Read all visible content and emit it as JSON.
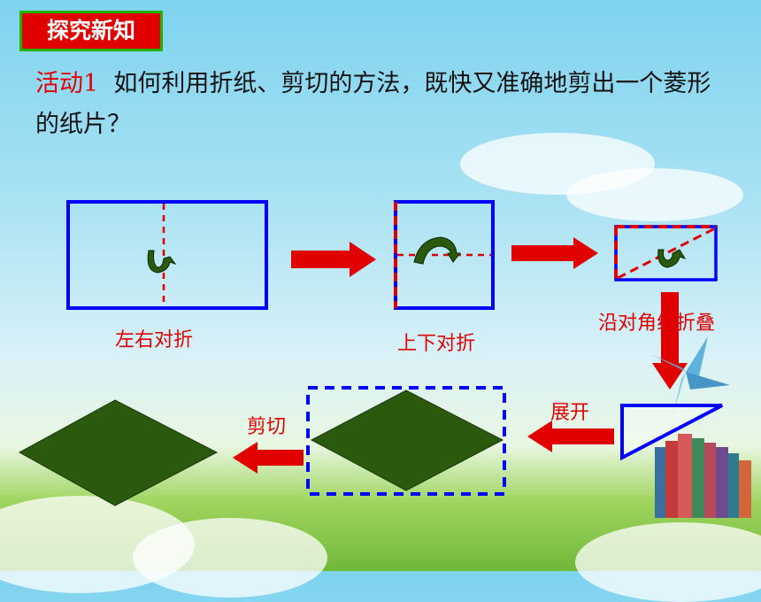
{
  "header": {
    "badge": "探究新知"
  },
  "question": {
    "activity_label": "活动1",
    "text": "如何利用折纸、剪切的方法，既快又准确地剪出一个菱形的纸片？"
  },
  "steps": {
    "fold_lr": "左右对折",
    "fold_ud": "上下对折",
    "fold_diag": "沿对角线折叠",
    "unfold": "展开",
    "cut": "剪切"
  },
  "colors": {
    "badge_bg": "#e10000",
    "badge_border": "#1fb400",
    "label_red": "#e10000",
    "frame_blue": "#0000ff",
    "rhombus_green": "#2b5a0f"
  }
}
